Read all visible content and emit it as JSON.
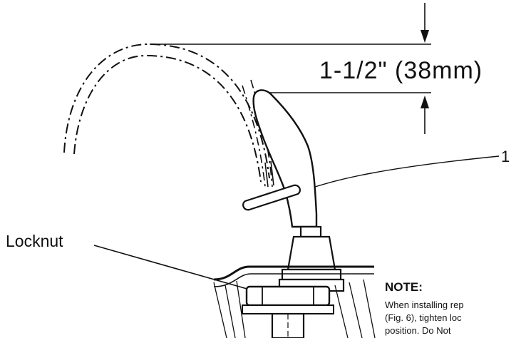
{
  "figure": {
    "dimension_label": "1-1/2\" (38mm)",
    "callout_number": "1",
    "locknut_label": "Locknut"
  },
  "note": {
    "heading": "NOTE:",
    "line_1": "When installing rep",
    "line_2": "(Fig. 6), tighten loc",
    "line_3": "position. Do Not"
  }
}
